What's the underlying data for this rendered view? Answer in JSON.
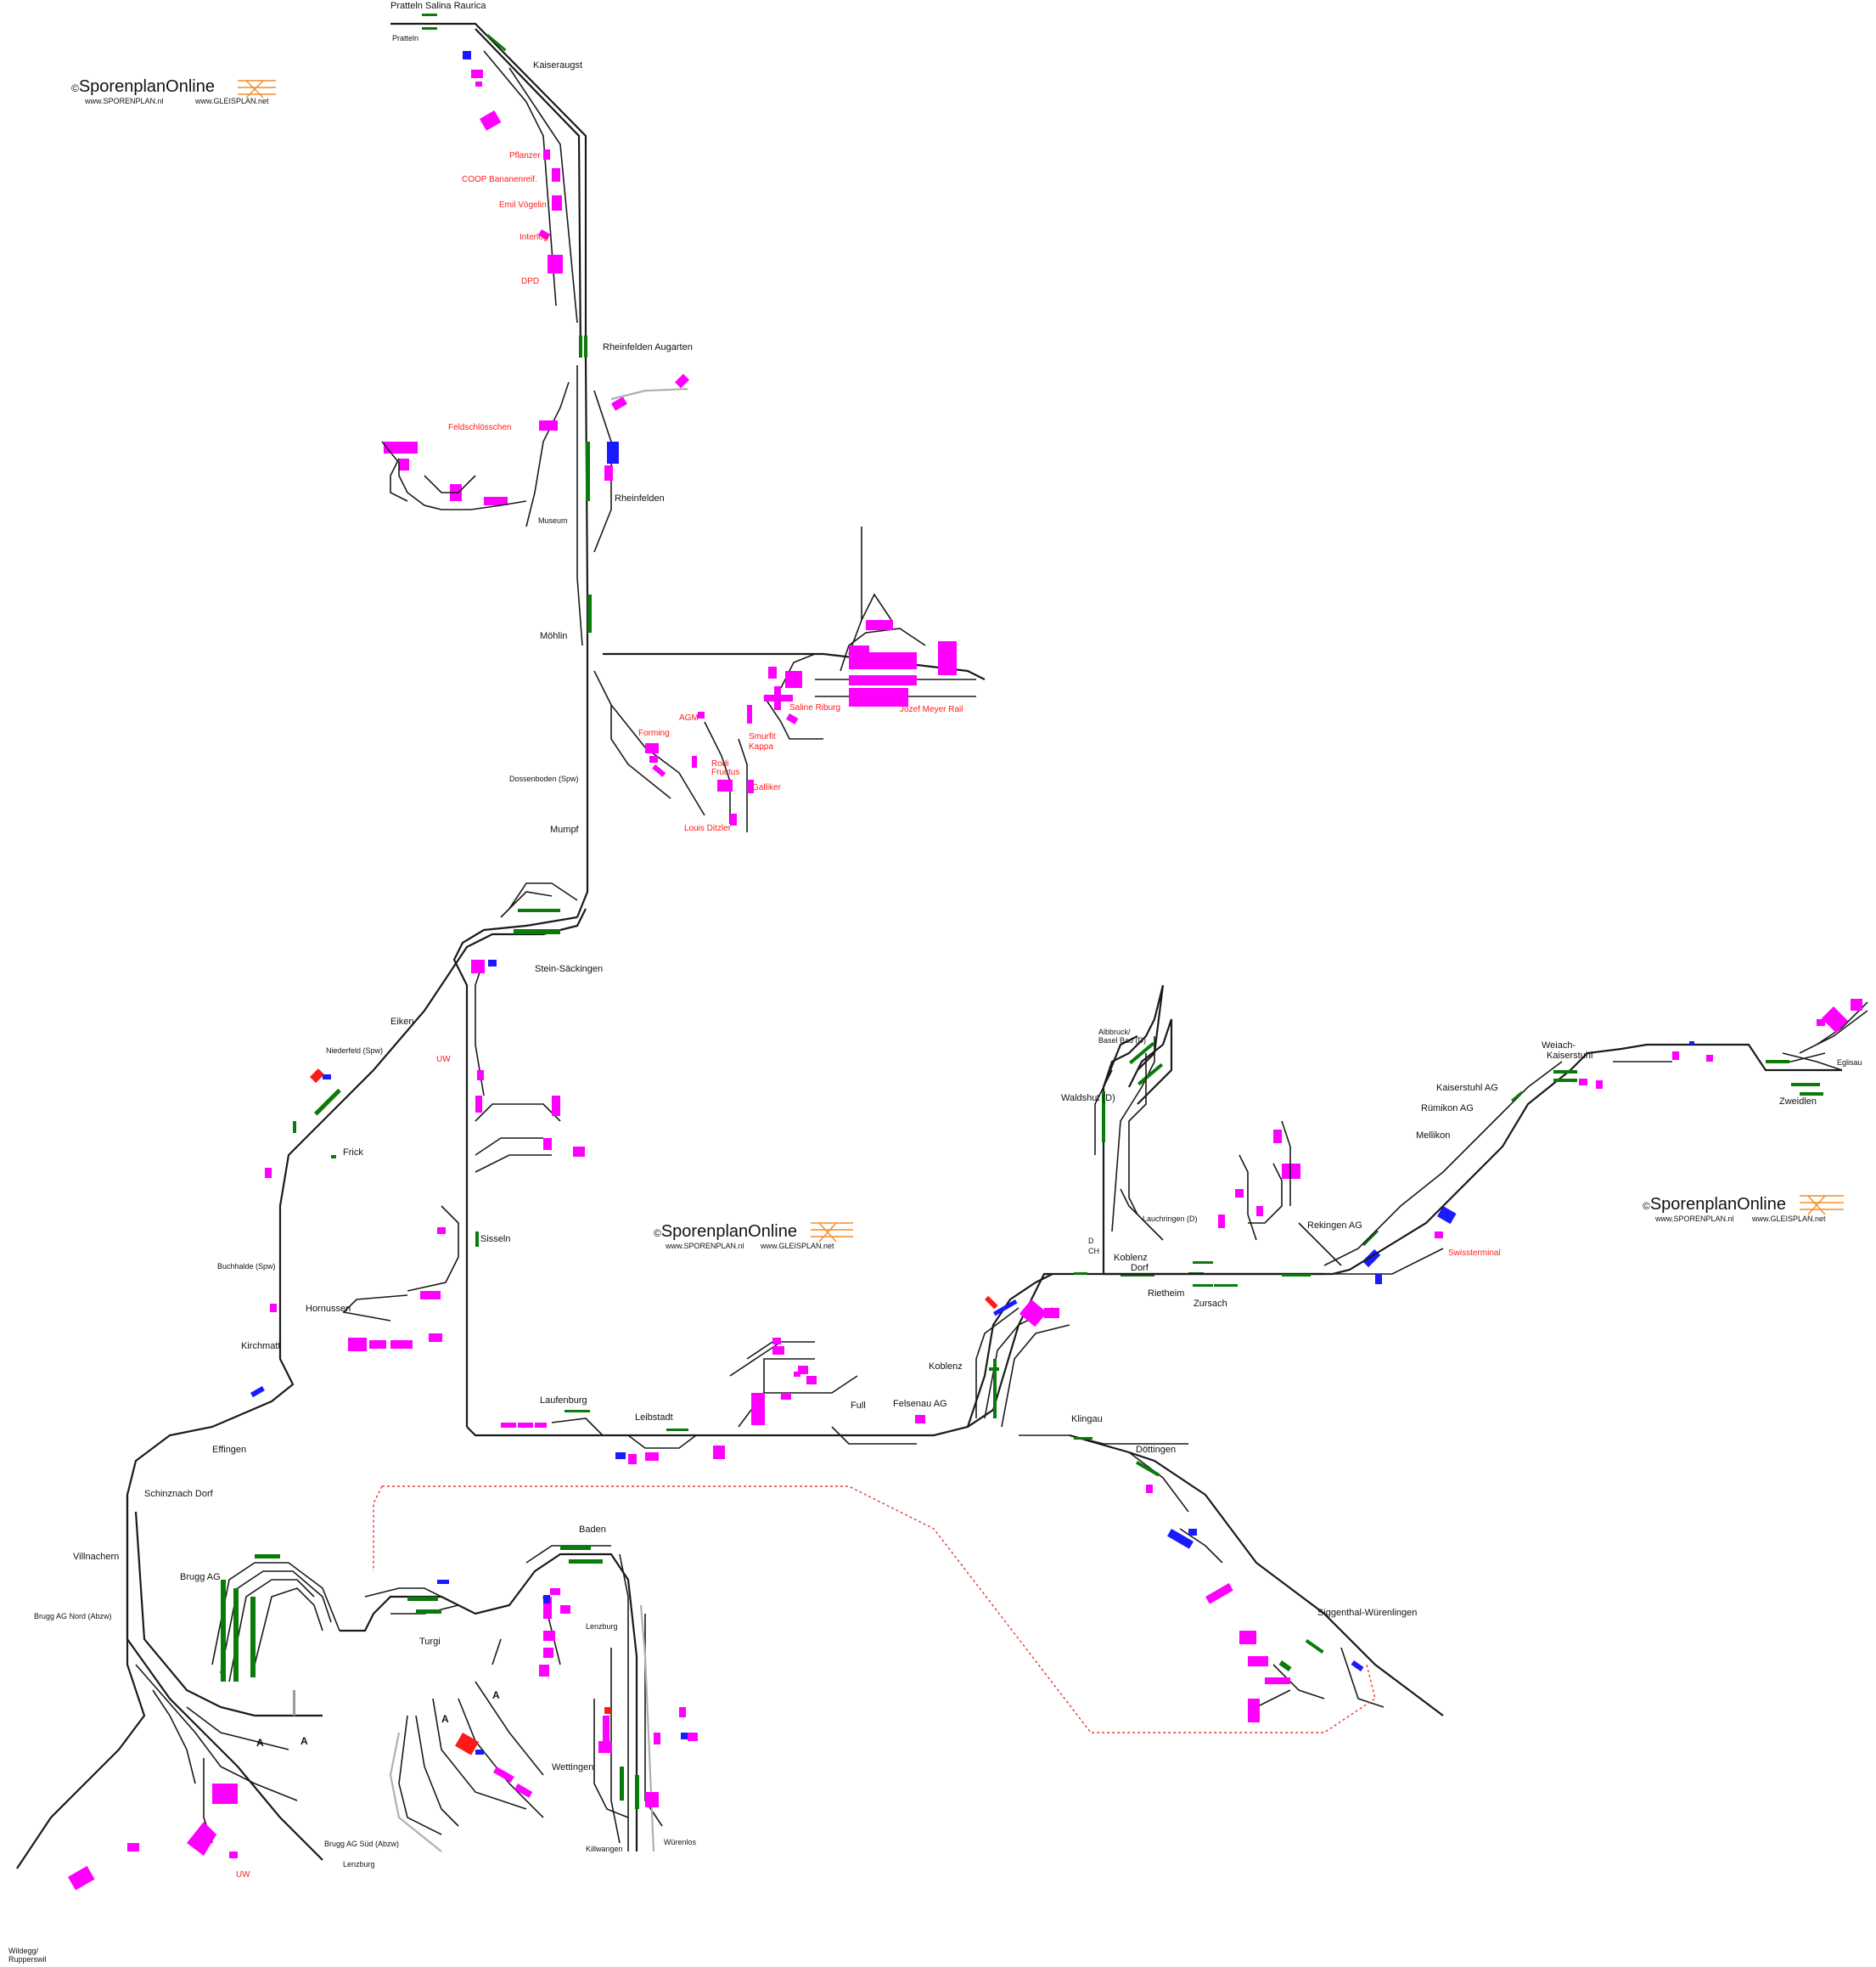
{
  "colors": {
    "track": "#1a1a1a",
    "platform": "#0a7a0a",
    "industry": "#ff00ff",
    "blue_platform": "#1a1aff",
    "red_marker": "#ff1a1a",
    "grey_track": "#b0b0b0",
    "logo_accent": "#f28c28"
  },
  "logos": [
    {
      "main": "SporenplanOnline",
      "copy": "©",
      "url1": "www.SPORENPLAN.nl",
      "url2": "www.GLEISPLAN.net"
    },
    {
      "main": "SporenplanOnline",
      "copy": "©",
      "url1": "www.SPORENPLAN.nl",
      "url2": "www.GLEISPLAN.net"
    },
    {
      "main": "SporenplanOnline",
      "copy": "©",
      "url1": "www.SPORENPLAN.nl",
      "url2": "www.GLEISPLAN.net"
    }
  ],
  "stations": {
    "pratteln_salina": "Pratteln Salina Raurica",
    "pratteln": "Pratteln",
    "kaiseraugst": "Kaiseraugst",
    "rheinfelden_augarten": "Rheinfelden Augarten",
    "rheinfelden": "Rheinfelden",
    "museum": "Museum",
    "mohlin": "Möhlin",
    "dossenboden": "Dossenboden (Spw)",
    "mumpf": "Mumpf",
    "stein_sackingen": "Stein-Säckingen",
    "eiken": "Eiken",
    "niederfeld": "Niederfeld (Spw)",
    "frick": "Frick",
    "sisseln": "Sisseln",
    "buchhalde": "Buchhalde (Spw)",
    "hornussen": "Hornussen",
    "kirchmatt": "Kirchmatt",
    "effingen": "Effingen",
    "schinznach": "Schinznach Dorf",
    "villnachern": "Villnachern",
    "brugg": "Brugg AG",
    "brugg_nord": "Brugg AG Nord (Abzw)",
    "brugg_sud": "Brugg AG Süd (Abzw)",
    "lenzburg1": "Lenzburg",
    "lenzburg2": "Lenzburg",
    "wildegg": "Wildegg/\nRupperswil",
    "turgi": "Turgi",
    "baden": "Baden",
    "wettingen": "Wettingen",
    "killwangen": "Killwangen",
    "wurenlos": "Würenlos",
    "laufenburg": "Laufenburg",
    "leibstadt": "Leibstadt",
    "full": "Full",
    "felsenau": "Felsenau AG",
    "koblenz": "Koblenz",
    "klingau": "Klingau",
    "dottingen": "Döttingen",
    "siggenthal": "Siggenthal-Würenlingen",
    "waldshut": "Waldshut (D)",
    "albbruck": "Albbruck/\nBasel Bad (D)",
    "lauchringen": "Lauchringen (D)",
    "d": "D",
    "ch": "CH",
    "koblenz_dorf": "Koblenz\nDorf",
    "rietheim": "Rietheim",
    "zursach": "Zursach",
    "rekingen": "Rekingen AG",
    "mellikon": "Mellikon",
    "rumikon": "Rümikon AG",
    "kaiserstuhl": "Kaiserstuhl AG",
    "weiach": "Weiach-\nKaiserstuhl",
    "zweidlen": "Zweidlen",
    "eglisau": "Eglisau"
  },
  "industries": {
    "pflanzer": "Pflanzer",
    "coop": "COOP Bananenreif.",
    "emil": "Emil Vögelin",
    "interlog": "Interlog",
    "dpd": "DPD",
    "feldschlosschen": "Feldschlösschen",
    "forming": "Forming",
    "agm": "AGM",
    "saline": "Saline Riburg",
    "jozef": "Jozef Meyer Rail",
    "smurfit": "Smurfit\nKappa",
    "rodi": "Rodi\nFructus",
    "galliker": "Galliker",
    "louis": "Louis Ditzler",
    "uw1": "UW",
    "uw2": "UW",
    "swissterminal": "Swissterminal"
  },
  "markers": {
    "a1": "A",
    "a2": "A",
    "a3": "A",
    "a4": "A"
  }
}
